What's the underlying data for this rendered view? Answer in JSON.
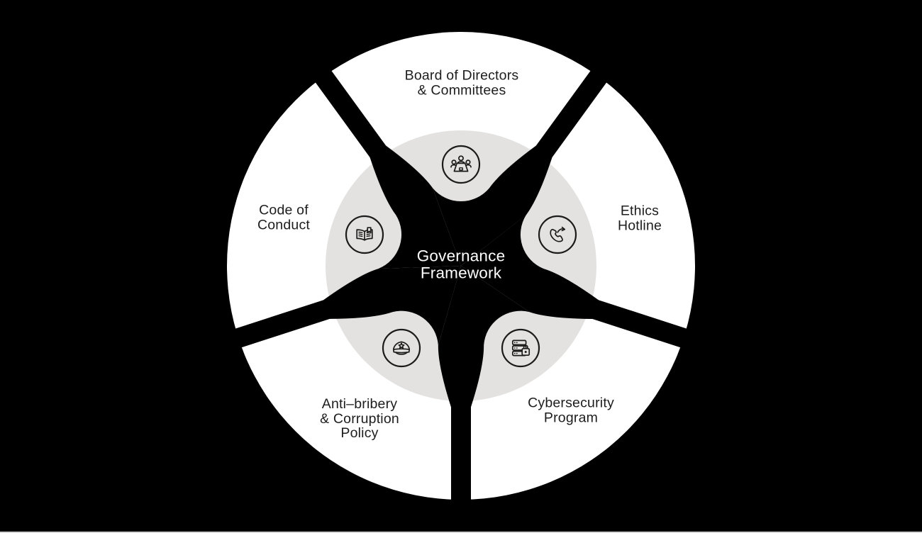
{
  "diagram": {
    "title": {
      "line1": "Governance",
      "line2": "Framework"
    },
    "segments": [
      {
        "id": "board",
        "position": "top",
        "icon": "board-meeting-icon",
        "lines": [
          "Board of Directors",
          "& Committees"
        ]
      },
      {
        "id": "ethics",
        "position": "right",
        "icon": "outgoing-call-icon",
        "lines": [
          "Ethics",
          "Hotline"
        ]
      },
      {
        "id": "cyber",
        "position": "bottom-right",
        "icon": "secure-server-icon",
        "lines": [
          "Cybersecurity",
          "Program"
        ]
      },
      {
        "id": "antibribery",
        "position": "bottom-left",
        "icon": "police-cap-icon",
        "lines": [
          "Anti–bribery",
          "& Corruption",
          "Policy"
        ]
      },
      {
        "id": "conduct",
        "position": "left",
        "icon": "open-book-icon",
        "lines": [
          "Code of",
          "Conduct"
        ]
      }
    ],
    "colors": {
      "background": "#000000",
      "wedge": "#ffffff",
      "inner_disc": "#e3e2e0",
      "ink": "#1b1b1b",
      "label_text": "#1d1d1d",
      "center_text": "#ffffff"
    }
  }
}
